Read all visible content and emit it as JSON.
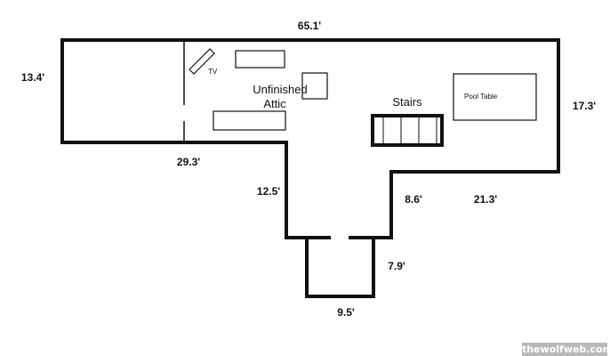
{
  "title": "Attic floor plan",
  "rooms": {
    "main": "Unfinished",
    "main_line2": "Attic",
    "stairs": "Stairs",
    "pool_table": "Pool Table",
    "tv": "TV"
  },
  "dimensions": {
    "top": "65.1'",
    "left": "13.4'",
    "right": "17.3'",
    "bottom_left": "29.3'",
    "ext_left": "12.5'",
    "ext_right": "8.6'",
    "bottom_right": "21.3'",
    "landing_right": "7.9'",
    "landing_bottom": "9.5'"
  },
  "watermark": "thewolfweb.com"
}
